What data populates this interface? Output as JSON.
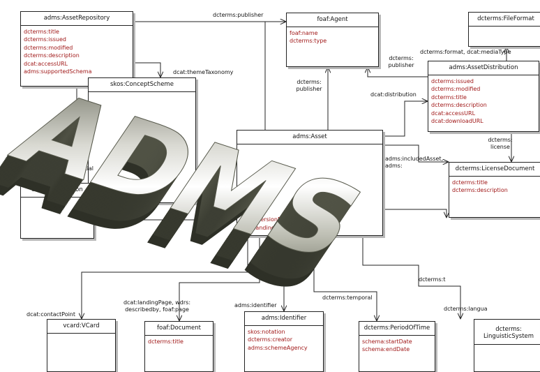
{
  "watermark": "ADMS",
  "colors": {
    "attribute": "#a01818",
    "line": "#222222"
  },
  "classes": {
    "asset_repository": {
      "name": "adms:AssetRepository",
      "attributes": [
        "dcterms:title",
        "dcterms:issued",
        "dcterms:modified",
        "dcterms:description",
        "dcat:accessURL",
        "adms:supportedSchema"
      ]
    },
    "foaf_agent": {
      "name": "foaf:Agent",
      "attributes": [
        "foaf:name",
        "dcterms:type"
      ]
    },
    "file_format": {
      "name": "dcterms:FileFormat",
      "attributes": []
    },
    "asset_distribution": {
      "name": "adms:AssetDistribution",
      "attributes": [
        "dcterms:issued",
        "dcterms:modified",
        "dcterms:title",
        "dcterms:description",
        "dcat:accessURL",
        "dcat:downloadURL"
      ]
    },
    "location": {
      "name": "dcterms:Location",
      "attributes": []
    },
    "license_document": {
      "name": "dcterms:LicenseDocument",
      "attributes": [
        "dcterms:title",
        "dcterms:description"
      ]
    },
    "asset": {
      "name": "adms:Asset",
      "attributes": [
        "adms:versionNotes",
        "dcat:landingPage"
      ]
    },
    "vcard": {
      "name": "vcard:VCard",
      "attributes": []
    },
    "foaf_document": {
      "name": "foaf:Document",
      "attributes": [
        "dcterms:title"
      ]
    },
    "identifier": {
      "name": "adms:Identifier",
      "attributes": [
        "skos:notation",
        "dcterms:creator",
        "adms:schemeAgency"
      ]
    },
    "period_of_time": {
      "name": "dcterms:PeriodOfTime",
      "attributes": [
        "schema:startDate",
        "schema:endDate"
      ]
    },
    "linguistic_system": {
      "name": "dcterms: LinguisticSystem",
      "attributes": []
    },
    "concept_scheme": {
      "name": "skos:ConceptScheme",
      "attributes": []
    }
  },
  "relations": {
    "repo_publisher": "dcterms:publisher",
    "format_mediatype": "dcterms:format, dcat:mediaType",
    "dist_publisher": "dcterms: publisher",
    "theme_taxonomy": "dcat:themeTaxonomy",
    "asset_publisher": "dcterms: publisher",
    "distribution": "dcat:distribution",
    "license": "dcterms: license",
    "repo_spatial": "dcterms:spatial",
    "included_asset": "adms:includedAsset, adms:",
    "asset_spatial": "dcterms:spatial",
    "theme": "dcterms:t",
    "contact_point": "dcat:contactPoint",
    "landing_page": "dcat:landingPage, wdrs: describedby, foaf:page",
    "identifier": "adms:identifier",
    "temporal": "dcterms:temporal",
    "language": "dcterms:langua"
  }
}
